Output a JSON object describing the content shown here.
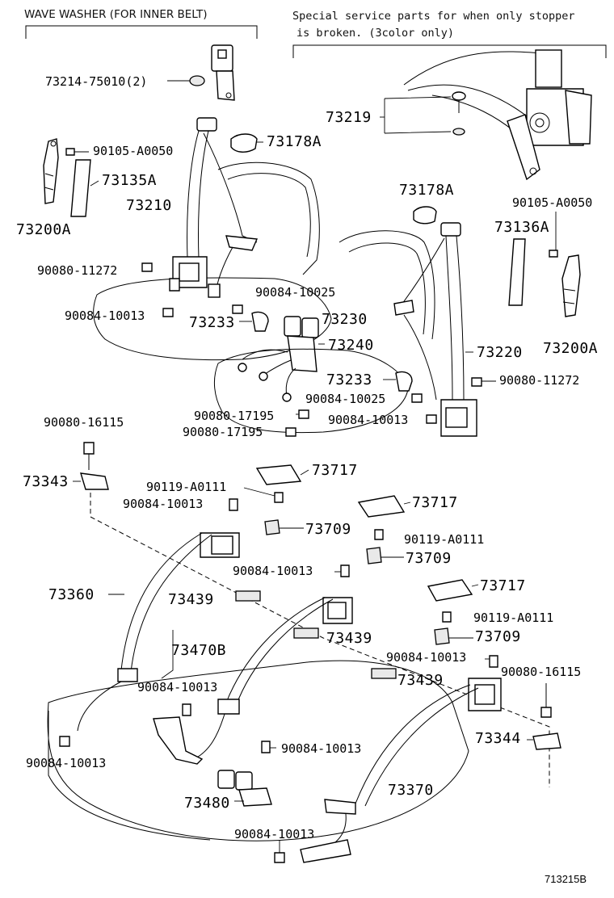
{
  "header": {
    "left_note": "WAVE WASHER (FOR INNER BELT)",
    "right_note_line1": "Special service parts for when only stopper",
    "right_note_line2": "is broken. (3color only)"
  },
  "labels": {
    "l01": "73214-75010(2)",
    "l02": "73219",
    "l03": "90105-A0050",
    "l04": "73178A",
    "l05": "73135A",
    "l06": "73178A",
    "l07": "90105-A0050",
    "l08": "73210",
    "l09": "73136A",
    "l10": "73200A",
    "l11": "90080-11272",
    "l12": "90084-10025",
    "l13": "90084-10013",
    "l14": "73233",
    "l15": "73230",
    "l16": "73240",
    "l17": "73220",
    "l18": "73200A",
    "l19": "73233",
    "l20": "90080-11272",
    "l21": "90084-10025",
    "l22": "90080-17195",
    "l23": "90084-10013",
    "l24": "90080-17195",
    "l25": "90080-16115",
    "l26": "73343",
    "l27": "73717",
    "l28": "90119-A0111",
    "l29": "90084-10013",
    "l30": "73717",
    "l31": "73709",
    "l32": "90119-A0111",
    "l33": "73709",
    "l34": "90084-10013",
    "l35": "73360",
    "l36": "73439",
    "l37": "73717",
    "l38": "90119-A0111",
    "l39": "73439",
    "l40": "73709",
    "l41": "73470B",
    "l42": "90084-10013",
    "l43": "90080-16115",
    "l44": "73439",
    "l45": "90084-10013",
    "l46": "73344",
    "l47": "90084-10013",
    "l48": "90084-10013",
    "l49": "73370",
    "l50": "73480",
    "l51": "90084-10013"
  },
  "footer": {
    "ref": "713215B"
  }
}
